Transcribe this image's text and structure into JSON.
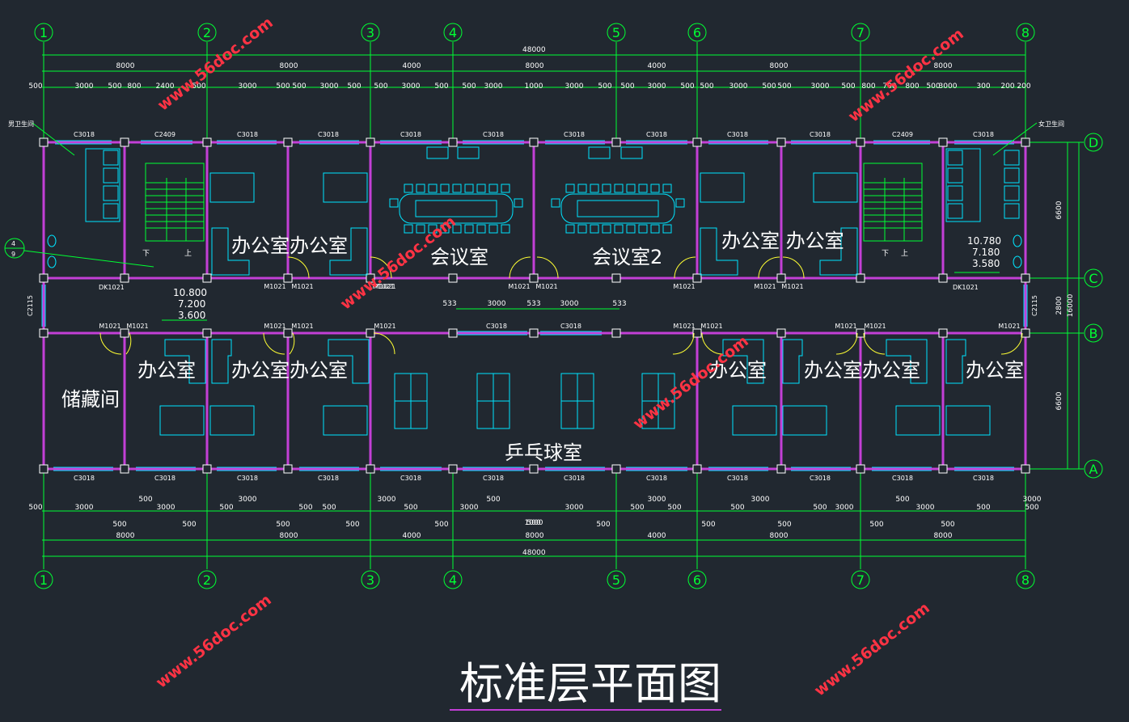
{
  "title": "标准层平面图",
  "axes_columns": [
    "1",
    "2",
    "3",
    "4",
    "5",
    "6",
    "7",
    "8"
  ],
  "axes_rows": [
    "D",
    "C",
    "B",
    "A"
  ],
  "top_dims": {
    "total": "48000",
    "bays": [
      "8000",
      "8000",
      "4000",
      "8000",
      "4000",
      "8000",
      "8000"
    ],
    "details": [
      "500",
      "3000",
      "500",
      "800",
      "2400",
      "500",
      "3000",
      "500",
      "500",
      "3000",
      "500",
      "500",
      "3000",
      "500",
      "500",
      "3000",
      "1000",
      "3000",
      "500",
      "500",
      "3000",
      "500",
      "500",
      "3000",
      "500",
      "500",
      "3000",
      "500",
      "800",
      "700",
      "800",
      "500",
      "3000",
      "300",
      "200",
      "200"
    ]
  },
  "bottom_dims": {
    "total": "48000",
    "bays": [
      "8000",
      "8000",
      "4000",
      "8000",
      "4000",
      "8000",
      "8000"
    ],
    "details_top": [
      "500",
      "3000",
      "500",
      "3000",
      "500",
      "3000",
      "500",
      "500",
      "3000",
      "500",
      "3000",
      "500",
      "3000",
      "500",
      "3000",
      "500",
      "500",
      "3000",
      "500",
      "3000",
      "500",
      "3000",
      "500",
      "3000",
      "500"
    ],
    "details_bottom": [
      "500",
      "500",
      "500",
      "500",
      "500",
      "500",
      "500",
      "500",
      "500",
      "500",
      "500",
      "500"
    ]
  },
  "right_dims": [
    "6600",
    "2800",
    "6600",
    "16000"
  ],
  "corridor_dims": [
    "533",
    "3000",
    "533",
    "3000",
    "533"
  ],
  "windows_top": [
    "C3018",
    "C2409",
    "C3018",
    "C3018",
    "C3018",
    "C3018",
    "C3018",
    "C3018",
    "C3018",
    "C3018",
    "C2409",
    "C3018"
  ],
  "windows_bottom": [
    "C3018",
    "C3018",
    "C3018",
    "C3018",
    "C3018",
    "C3018",
    "C3018",
    "C3018",
    "C3018",
    "C3018",
    "C3018",
    "C3018"
  ],
  "windows_mid": [
    "C3018",
    "C3018"
  ],
  "windows_side": [
    "C2115",
    "C2115"
  ],
  "doors_upper": [
    "M1021",
    "M1021",
    "M1021",
    "M1021",
    "M1021",
    "M1021",
    "M1021",
    "M1021",
    "M1021"
  ],
  "doors_lower": [
    "M1021",
    "M1021",
    "M1021",
    "M1021",
    "M1021",
    "M1021",
    "M1021",
    "M1021",
    "M1021",
    "M1021"
  ],
  "rooms": {
    "office_a": "办公室办公室",
    "meeting1": "会议室",
    "meeting2": "会议室2",
    "office_b": "办公室 办公室",
    "office_c": "办公室",
    "office_d": "办公室办公室",
    "storage": "储藏间",
    "pingpong": "乒乓球室",
    "office_e": "办公室",
    "office_f": "办公室办公室",
    "office_g": "办公室"
  },
  "elevations_left": [
    "10.800",
    "7.200",
    "3.600"
  ],
  "elevations_right": [
    "10.780",
    "7.180",
    "3.580"
  ],
  "stair_labels": [
    "下",
    "上",
    "下",
    "上"
  ],
  "toilet_labels": [
    "男卫生间",
    "女卫生间"
  ],
  "section_mark": [
    "4",
    "9"
  ],
  "stair_tag": [
    "DK1021",
    "DK1021"
  ],
  "watermark": "www.56doc.com",
  "colors": {
    "background": "#212830",
    "axis": "#00ff33",
    "wall": "#c33fd6",
    "furniture": "#00e5ff",
    "watermark": "#ff3344"
  }
}
